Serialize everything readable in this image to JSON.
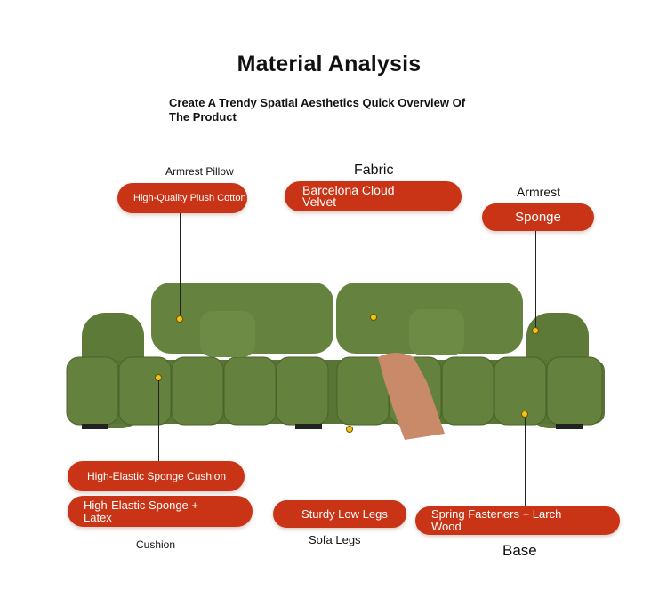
{
  "header": {
    "title": "Material Analysis",
    "subtitle": "Create A Trendy Spatial Aesthetics Quick Overview Of The Product"
  },
  "callouts": {
    "armrest_pillow": {
      "label": "Armrest Pillow",
      "value": "High-Quality Plush Cotton"
    },
    "fabric": {
      "label": "Fabric",
      "value": "Barcelona Cloud Velvet"
    },
    "armrest": {
      "label": "Armrest",
      "value": "Sponge"
    },
    "cushion": {
      "label": "Cushion",
      "values": [
        "High-Elastic Sponge Cushion",
        "High-Elastic Sponge + Latex"
      ]
    },
    "sofa_legs": {
      "label": "Sofa Legs",
      "value": "Sturdy Low Legs"
    },
    "base": {
      "label": "Base",
      "value": "Spring Fasteners + Larch Wood"
    }
  },
  "colors": {
    "pill": "#c93416",
    "sofa": "#5f7c3c",
    "throw": "#c98a6a",
    "marker": "#f2c315"
  }
}
